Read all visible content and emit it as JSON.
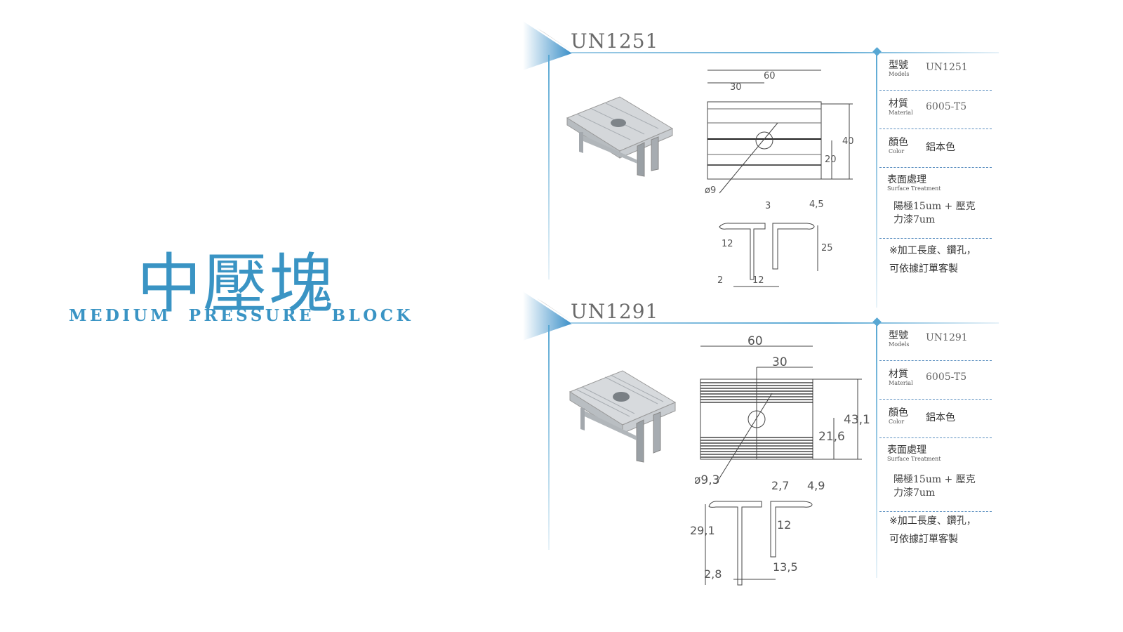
{
  "title": {
    "cn": "中壓塊",
    "en": "MEDIUM PRESSURE BLOCK"
  },
  "colors": {
    "accent": "#3a94c4",
    "rule": "#58a7d3"
  },
  "products": [
    {
      "model": "UN1251",
      "specs": {
        "model_cn": "型號",
        "model_en": "Models",
        "model_val": "UN1251",
        "material_cn": "材質",
        "material_en": "Material",
        "material_val": "6005-T5",
        "color_cn": "顏色",
        "color_en": "Color",
        "color_val": "鋁本色",
        "surface_cn": "表面處理",
        "surface_en": "Surface Treatment",
        "surface_val_1": "陽極15um + 壓克",
        "surface_val_2": "力漆7um",
        "note_1": "※加工長度、鑽孔，",
        "note_2": "可依據訂單客製"
      },
      "dims": {
        "width": "60",
        "half": "30",
        "height": "40",
        "half_height": "20",
        "hole": "ø9",
        "slot": "3",
        "lip": "4,5",
        "flange": "12",
        "depth": "25",
        "wall": "2",
        "gap": "12"
      }
    },
    {
      "model": "UN1291",
      "specs": {
        "model_cn": "型號",
        "model_en": "Models",
        "model_val": "UN1291",
        "material_cn": "材質",
        "material_en": "Material",
        "material_val": "6005-T5",
        "color_cn": "顏色",
        "color_en": "Color",
        "color_val": "鋁本色",
        "surface_cn": "表面處理",
        "surface_en": "Surface Treatment",
        "surface_val_1": "陽極15um + 壓克",
        "surface_val_2": "力漆7um",
        "note_1": "※加工長度、鑽孔，",
        "note_2": "可依據訂單客製"
      },
      "dims": {
        "width": "60",
        "half": "30",
        "height": "43,1",
        "half_height": "21,6",
        "hole": "ø9,3",
        "slot": "2,7",
        "lip": "4,9",
        "flange": "12",
        "depth": "29,1",
        "wall": "2,8",
        "gap": "13,5"
      }
    }
  ]
}
